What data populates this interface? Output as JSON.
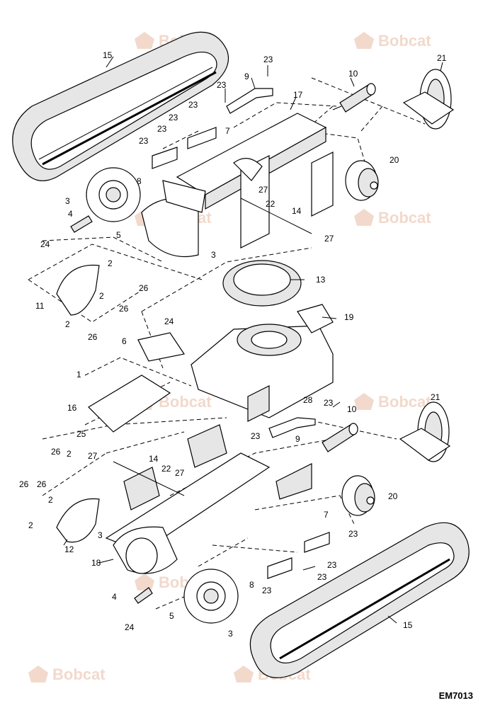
{
  "drawing_code": "EM7013",
  "watermark": {
    "text": "Bobcat",
    "color": "#f2d9cc"
  },
  "callouts": [
    {
      "id": "c15a",
      "text": "15"
    },
    {
      "id": "c23a",
      "text": "23"
    },
    {
      "id": "c9a",
      "text": "9"
    },
    {
      "id": "c10a",
      "text": "10"
    },
    {
      "id": "c21a",
      "text": "21"
    },
    {
      "id": "c23b",
      "text": "23"
    },
    {
      "id": "c17",
      "text": "17"
    },
    {
      "id": "c23c",
      "text": "23"
    },
    {
      "id": "c23d",
      "text": "23"
    },
    {
      "id": "c7a",
      "text": "7"
    },
    {
      "id": "c23e",
      "text": "23"
    },
    {
      "id": "c23f",
      "text": "23"
    },
    {
      "id": "c20a",
      "text": "20"
    },
    {
      "id": "c8a",
      "text": "8"
    },
    {
      "id": "c3a",
      "text": "3"
    },
    {
      "id": "c27a",
      "text": "27"
    },
    {
      "id": "c22a",
      "text": "22"
    },
    {
      "id": "c4a",
      "text": "4"
    },
    {
      "id": "c14a",
      "text": "14"
    },
    {
      "id": "c5a",
      "text": "5"
    },
    {
      "id": "c24a",
      "text": "24"
    },
    {
      "id": "c27b",
      "text": "27"
    },
    {
      "id": "c3b",
      "text": "3"
    },
    {
      "id": "c2a",
      "text": "2"
    },
    {
      "id": "c26a",
      "text": "26"
    },
    {
      "id": "c13",
      "text": "13"
    },
    {
      "id": "c11",
      "text": "11"
    },
    {
      "id": "c2b",
      "text": "2"
    },
    {
      "id": "c2c",
      "text": "2"
    },
    {
      "id": "c26b",
      "text": "26"
    },
    {
      "id": "c26c",
      "text": "26"
    },
    {
      "id": "c19",
      "text": "19"
    },
    {
      "id": "c24b",
      "text": "24"
    },
    {
      "id": "c6",
      "text": "6"
    },
    {
      "id": "c1",
      "text": "1"
    },
    {
      "id": "c16",
      "text": "16"
    },
    {
      "id": "c25",
      "text": "25"
    },
    {
      "id": "c28",
      "text": "28"
    },
    {
      "id": "c23g",
      "text": "23"
    },
    {
      "id": "c10b",
      "text": "10"
    },
    {
      "id": "c21b",
      "text": "21"
    },
    {
      "id": "c23h",
      "text": "23"
    },
    {
      "id": "c9b",
      "text": "9"
    },
    {
      "id": "c27c",
      "text": "27"
    },
    {
      "id": "c26d",
      "text": "26"
    },
    {
      "id": "c2d",
      "text": "2"
    },
    {
      "id": "c14b",
      "text": "14"
    },
    {
      "id": "c22b",
      "text": "22"
    },
    {
      "id": "c27d",
      "text": "27"
    },
    {
      "id": "c26e",
      "text": "26"
    },
    {
      "id": "c26f",
      "text": "26"
    },
    {
      "id": "c2e",
      "text": "2"
    },
    {
      "id": "c2f",
      "text": "2"
    },
    {
      "id": "c20b",
      "text": "20"
    },
    {
      "id": "c12",
      "text": "12"
    },
    {
      "id": "c3c",
      "text": "3"
    },
    {
      "id": "c7b",
      "text": "7"
    },
    {
      "id": "c18",
      "text": "18"
    },
    {
      "id": "c23i",
      "text": "23"
    },
    {
      "id": "c23j",
      "text": "23"
    },
    {
      "id": "c8b",
      "text": "8"
    },
    {
      "id": "c23k",
      "text": "23"
    },
    {
      "id": "c23l",
      "text": "23"
    },
    {
      "id": "c4b",
      "text": "4"
    },
    {
      "id": "c5b",
      "text": "5"
    },
    {
      "id": "c24c",
      "text": "24"
    },
    {
      "id": "c3d",
      "text": "3"
    },
    {
      "id": "c15b",
      "text": "15"
    }
  ]
}
